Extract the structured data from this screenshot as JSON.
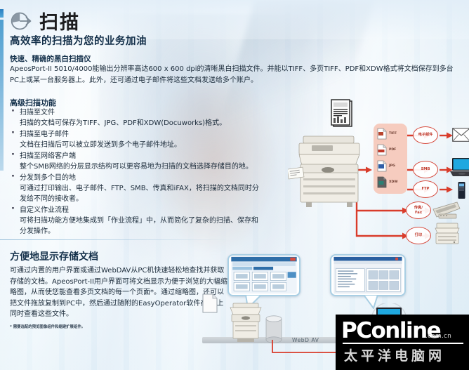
{
  "header": {
    "icon": "scan-circle-icon",
    "title": "扫描",
    "subtitle": "高效率的扫描为您的业务加油"
  },
  "intro": {
    "heading": "快速、精确的黑白扫描仪",
    "body": "ApeosPort-II 5010/4000能输出分辨率高达600 x 600 dpi的清晰黑白扫描文件。并能以TIFF、多页TIFF、PDF和XDW格式将文档保存到多台PC上或某一台服务器上。此外，还可通过电子邮件将这些文档发送给多个账户。"
  },
  "features": {
    "heading": "高级扫描功能",
    "items": [
      {
        "title": "扫描至文件",
        "desc": "扫描的文档可保存为TIFF、JPG、PDF和XDW(Docuworks)格式。"
      },
      {
        "title": "扫描至电子邮件",
        "desc": "文档在扫描后可以被立即发送到多个电子邮件地址。"
      },
      {
        "title": "扫描至网络客户端",
        "desc": "整个SMB网络的分层显示结构可以更容易地为扫描的文档选择存储目的地。"
      },
      {
        "title": "分发到多个目的地",
        "desc": "可通过打印输出、电子邮件、FTP、SMB、传真和iFAX，将扫描的文档同时分发给不同的接收者。"
      },
      {
        "title": "自定义作业流程",
        "desc": "可将扫描功能方便地集成到「作业流程」中，从而简化了复杂的扫描、保存和分发操作。"
      }
    ]
  },
  "storage": {
    "heading": "方便地显示存储文档",
    "body": "可通过内置的用户界面或通过WebDAV从PC机快速轻松地查找并获取存储的文档。ApeosPort-II用户界面可将文档显示为便于浏览的大幅缩略图，从而使您能查看多页文档的每一个页面*。通过缩略图，还可以把文件拖放复制到PC中，然后通过随附的EasyOperator软件在PC上同时查看这些文件。",
    "footnote": "* 需要选配的预览图像组件和缩建扩展组件。"
  },
  "diagram": {
    "source_label": "document-stack",
    "device_label": "multifunction-printer",
    "formats": [
      {
        "label": "TIFF",
        "color": "#b9462f"
      },
      {
        "label": "PDF",
        "color": "#b9462f"
      },
      {
        "label": "JPG",
        "color": "#2f5fa8"
      },
      {
        "label": "XDW",
        "color": "#2b7f73"
      }
    ],
    "nodes": [
      {
        "id": "email",
        "label": "电子邮件",
        "target": "envelope-icon"
      },
      {
        "id": "smb",
        "label": "SMB",
        "target": "laptop-icon"
      },
      {
        "id": "ftp",
        "label": "FTP",
        "target": "server-icon"
      },
      {
        "id": "fax",
        "label": "传真/\nFax",
        "target": "fax-machine-icon"
      },
      {
        "id": "print",
        "label": "打印",
        "target": "printer-icon"
      }
    ],
    "accent_color": "#d93c2b",
    "panel_color": "#f6ccbf"
  },
  "scene": {
    "network_label": "WebD AV",
    "ui_callout": "device-ui-thumbnails",
    "pc_callout": "easyoperator-window"
  },
  "watermark": {
    "brand": "PConline",
    "domain": ".com.cn",
    "chinese": "太平洋电脑网"
  }
}
